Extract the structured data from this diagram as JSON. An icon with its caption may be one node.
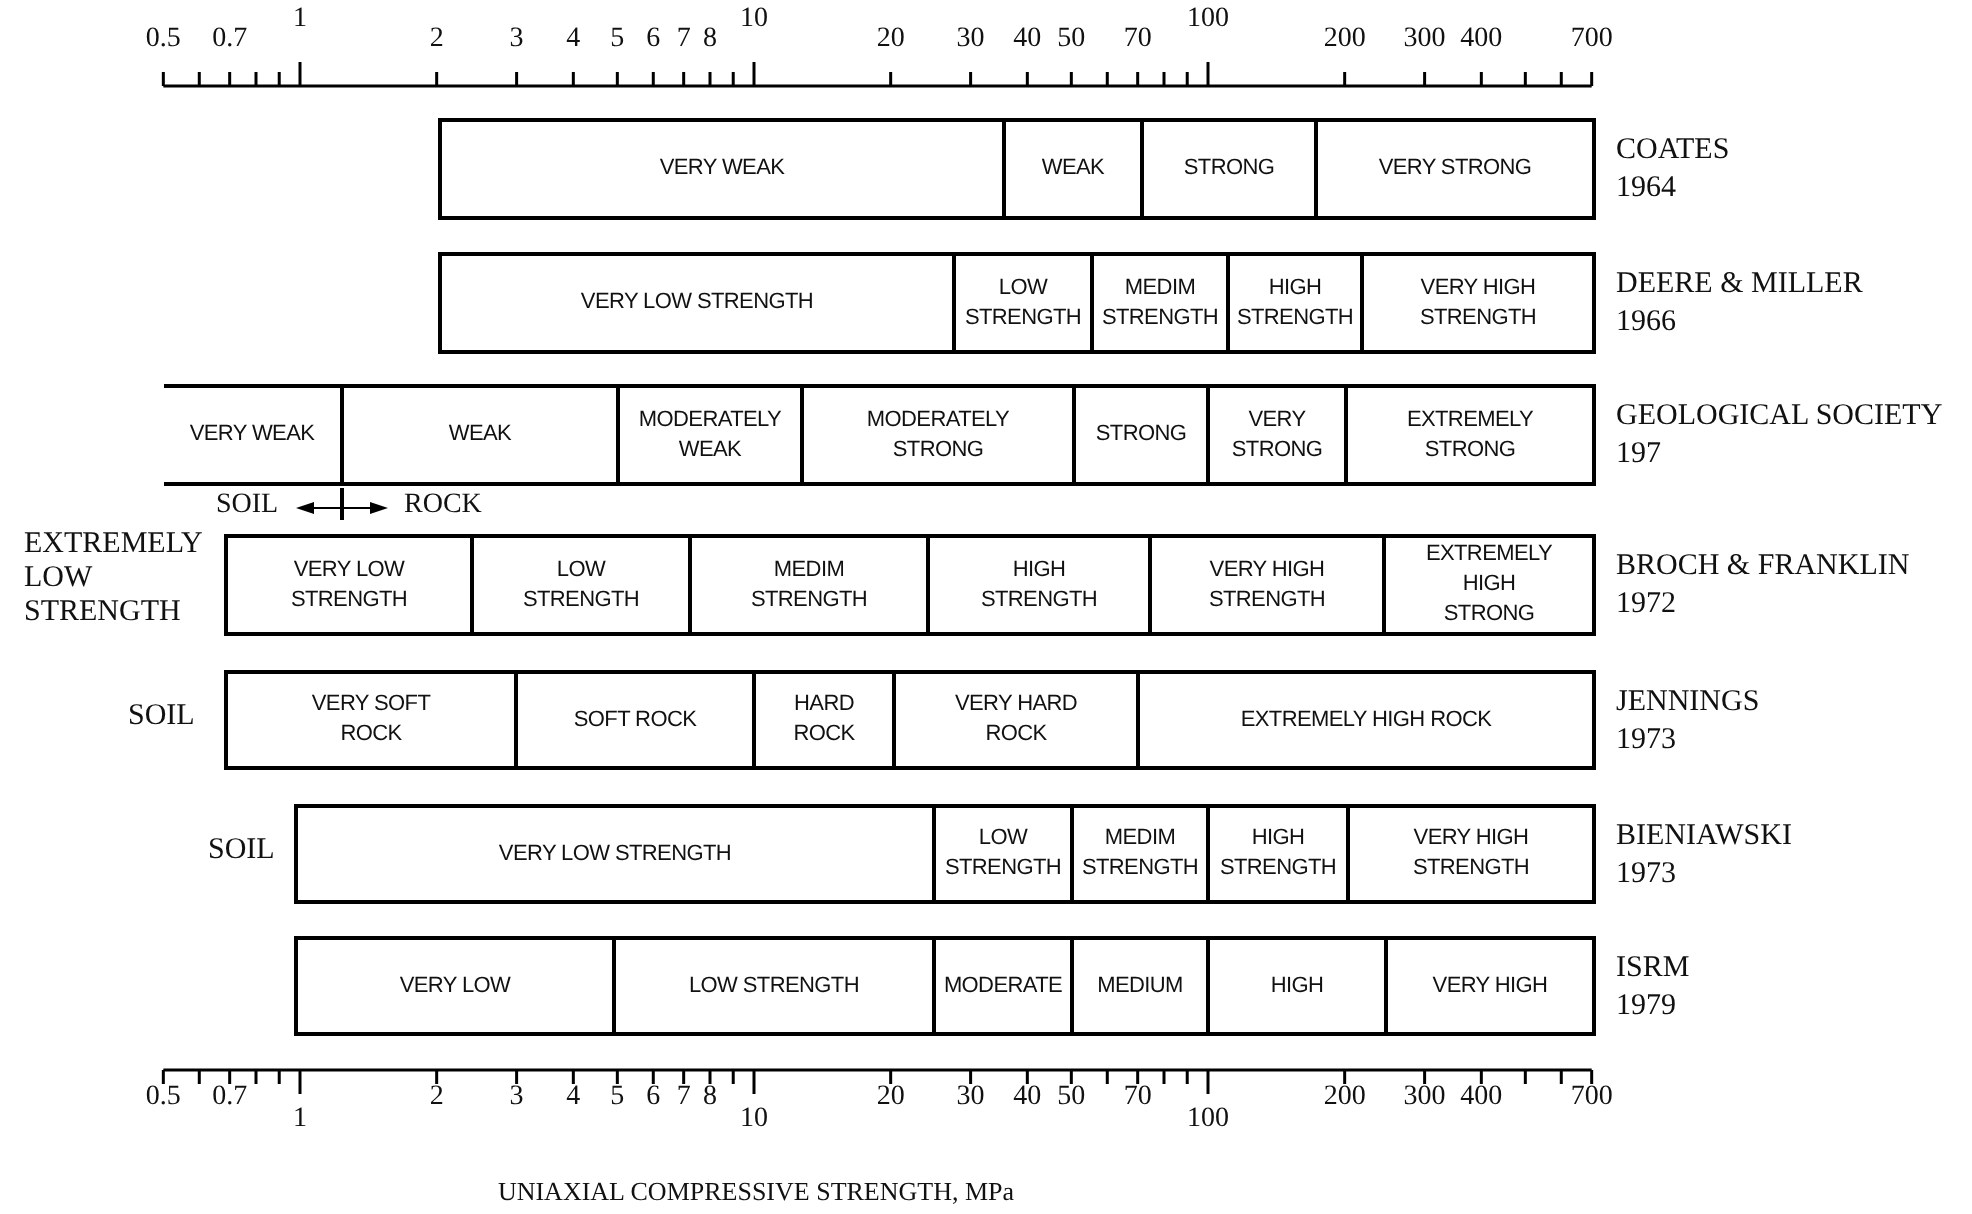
{
  "diagram": {
    "caption": "UNIAXIAL COMPRESSIVE STRENGTH, MPa",
    "nodes": [
      {
        "text": [
          "VERY WEAK"
        ]
      },
      {
        "text": [
          "WEAK"
        ]
      },
      {
        "text": [
          "STRONG"
        ]
      },
      {
        "text": [
          "VERY STRONG"
        ]
      },
      {
        "text": [
          "VERY LOW STRENGTH"
        ]
      },
      {
        "text": [
          "LOW STRENGTH"
        ]
      },
      {
        "text": [
          "MEDIM STRENGTH"
        ]
      },
      {
        "text": [
          "HIGH STRENGTH"
        ]
      },
      {
        "text": [
          "VERY HIGH STRENGTH"
        ]
      },
      {
        "text": [
          "VERY WEAK"
        ]
      },
      {
        "text": [
          "WEAK"
        ]
      },
      {
        "text": [
          "MODERATELY WEAK"
        ]
      },
      {
        "text": [
          "MODERATELY STRONG"
        ]
      },
      {
        "text": [
          "STRONG"
        ]
      },
      {
        "text": [
          "VERY STRONG"
        ]
      },
      {
        "text": [
          "EXTREMELY STRONG"
        ]
      },
      {
        "text": [
          "VERY LOW STRENGTH"
        ]
      },
      {
        "text": [
          "LOW STRENGTH"
        ]
      },
      {
        "text": [
          "MEDIM STRENGTH"
        ]
      },
      {
        "text": [
          "HIGH STRENGTH"
        ]
      },
      {
        "text": [
          "VERY HIGH STRENGTH"
        ]
      },
      {
        "text": [
          "EXTREMELY HIGH STRONG"
        ]
      },
      {
        "text": [
          "VERY SOFT ROCK"
        ]
      },
      {
        "text": [
          "SOFT ROCK"
        ]
      },
      {
        "text": [
          "HARD ROCK"
        ]
      },
      {
        "text": [
          "VERY HARD ROCK"
        ]
      },
      {
        "text": [
          "EXTREMELY HIGH ROCK"
        ]
      },
      {
        "text": [
          "VERY LOW STRENGTH"
        ]
      },
      {
        "text": [
          "LOW STRENGTH"
        ]
      },
      {
        "text": [
          "MEDIM STRENGTH"
        ]
      },
      {
        "text": [
          "HIGH STRENGTH"
        ]
      },
      {
        "text": [
          "VERY HIGH STRENGTH"
        ]
      },
      {
        "text": [
          "VERY LOW"
        ]
      },
      {
        "text": [
          "LOW STRENGTH"
        ]
      },
      {
        "text": [
          "MODERATE"
        ]
      },
      {
        "text": [
          "MEDIUM"
        ]
      },
      {
        "text": [
          "HIGH"
        ]
      },
      {
        "text": [
          "VERY HIGH"
        ]
      }
    ],
    "labels": [
      "0.5",
      "0.7",
      "1",
      "2",
      "3",
      "4",
      "5",
      "6",
      "7",
      "8",
      "10",
      "20",
      "30",
      "40",
      "50",
      "70",
      "100",
      "200",
      "300",
      "400",
      "700",
      "COATES 1964",
      "DEERE & MILLER 1966",
      "GEOLOGICAL SOCIETY 197",
      "SOIL",
      "ROCK",
      "EXTREMELY LOW STRENGTH",
      "BROCH & FRANKLIN 1972",
      "SOIL",
      "JENNINGS 1973",
      "SOIL",
      "BIENIAWSKI 1973",
      "ISRM 1979",
      "0.5",
      "0.7",
      "1",
      "2",
      "3",
      "4",
      "5",
      "6",
      "7",
      "8",
      "10",
      "20",
      "30",
      "40",
      "50",
      "70",
      "100",
      "200",
      "300",
      "400",
      "700"
    ]
  }
}
